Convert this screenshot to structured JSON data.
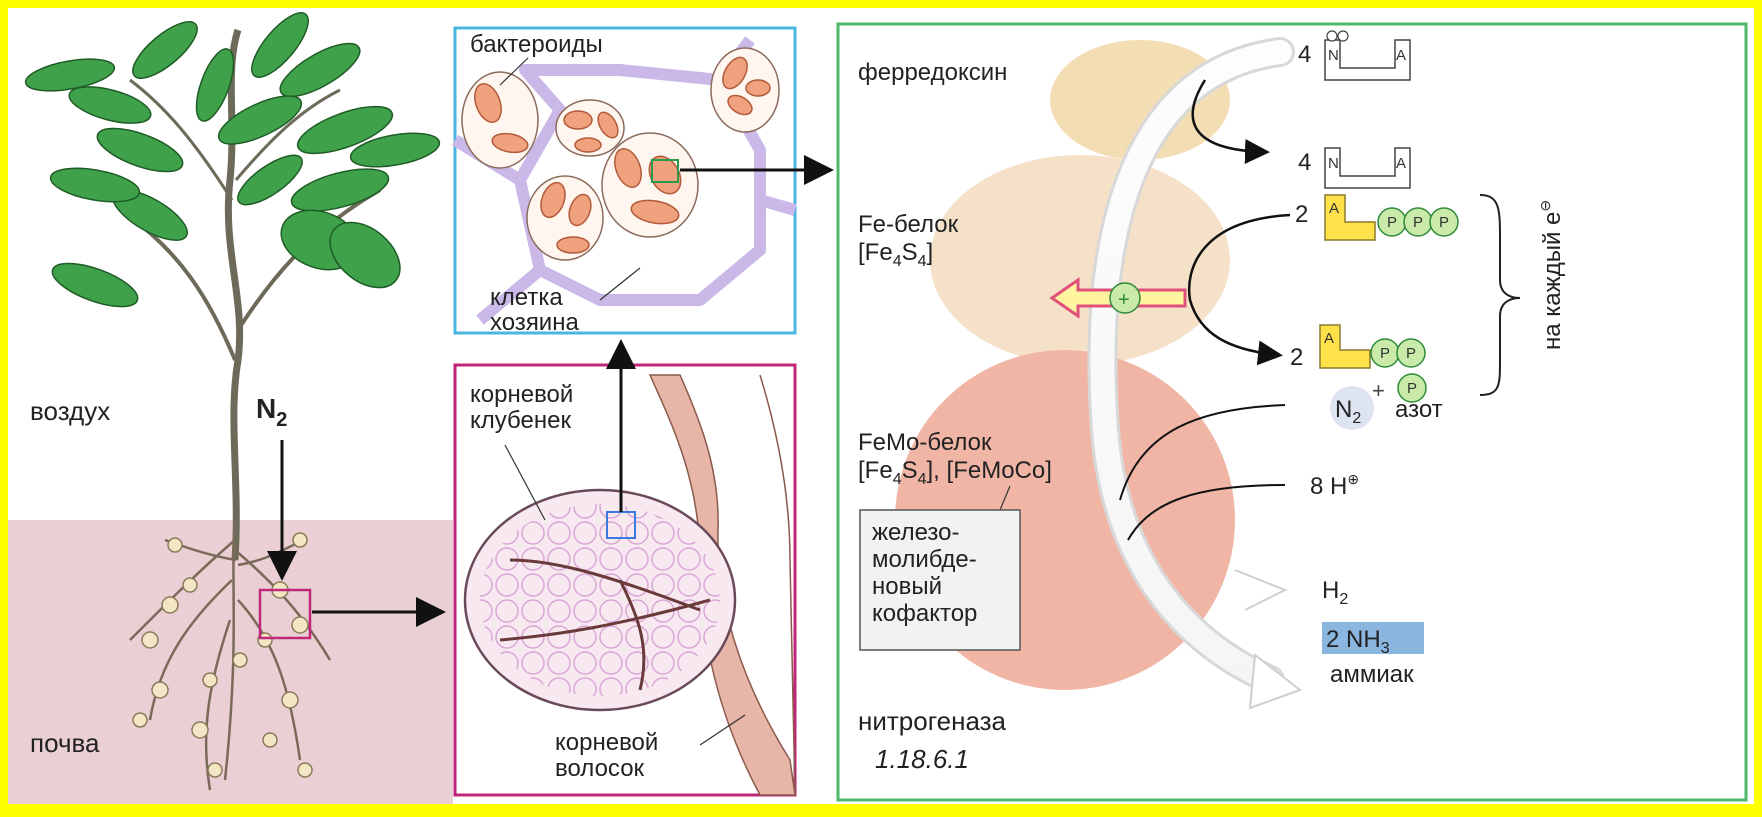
{
  "colors": {
    "frame": "#ffff00",
    "leaf": "#3fa14a",
    "soil": "#ead0d4",
    "bacteroid": "#f0a27f",
    "host_cell": "#c9b8e8",
    "frame_blue": "#48b6e0",
    "frame_magenta": "#c0267a",
    "frame_green": "#4db86a",
    "ferredoxin": "#f3ddb2",
    "fe_protein": "#f5e1c8",
    "femo_protein": "#f0b5a5",
    "atp_yellow": "#ffe24a",
    "phosphate_green": "#c9eaa8",
    "nh3_highlight": "#8ab6e0"
  },
  "plant_panel": {
    "label_air": "воздух",
    "label_n2": "N",
    "label_n2_sub": "2",
    "label_soil": "почва"
  },
  "cell_panel": {
    "label_bacteroids": "бактероиды",
    "label_host_cell_1": "клетка",
    "label_host_cell_2": "хозяина"
  },
  "nodule_panel": {
    "label_nodule_1": "корневой",
    "label_nodule_2": "клубенек",
    "label_root_hair_1": "корневой",
    "label_root_hair_2": "волосок"
  },
  "enzyme_panel": {
    "label_ferredoxin": "ферредоксин",
    "label_fe_protein": "Fe-белок",
    "label_fe_protein_formula": "[Fe",
    "label_femo_protein": "FeMo-белок",
    "cofactor_1": "железо-",
    "cofactor_2": "молибде-",
    "cofactor_3": "новый",
    "cofactor_4": "кофактор",
    "label_nitrogenase": "нитрогеназа",
    "label_ec": "1.18.6.1",
    "coef_4a": "4",
    "coef_4b": "4",
    "coef_2a": "2",
    "coef_2b": "2",
    "nad_n": "N",
    "nad_a": "A",
    "atp_a": "A",
    "phosphate_p": "P",
    "plus_sign": "+",
    "per_electron": "на каждый e",
    "n2_label": "N",
    "n2_sub": "2",
    "n2_name": "азот",
    "protons": "8 H",
    "h2": "H",
    "h2_sub": "2",
    "nh3_prefix": "2 NH",
    "nh3_sub": "3",
    "nh3_name": "аммиак"
  }
}
